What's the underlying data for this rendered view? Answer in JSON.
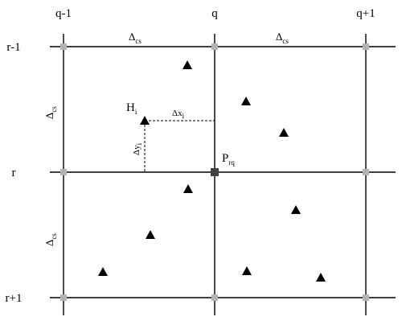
{
  "columns": [
    {
      "label": "q-1"
    },
    {
      "label": "q"
    },
    {
      "label": "q+1"
    }
  ],
  "rows": [
    {
      "label": "r-1"
    },
    {
      "label": "r"
    },
    {
      "label": "r+1"
    }
  ],
  "spacing": {
    "symbol": "Δ",
    "subscript": "cs"
  },
  "point": {
    "symbol": "H",
    "subscript": "i"
  },
  "offset_x": {
    "symbol": "Δx",
    "subscript": "i"
  },
  "offset_y": {
    "symbol": "Δy",
    "subscript": "i"
  },
  "node": {
    "symbol": "P",
    "subscript": "rq"
  },
  "colors": {
    "grid_line": "#000000",
    "grid_node": "#b3b3b3",
    "center_node": "#404040",
    "triangle": "#000000"
  }
}
